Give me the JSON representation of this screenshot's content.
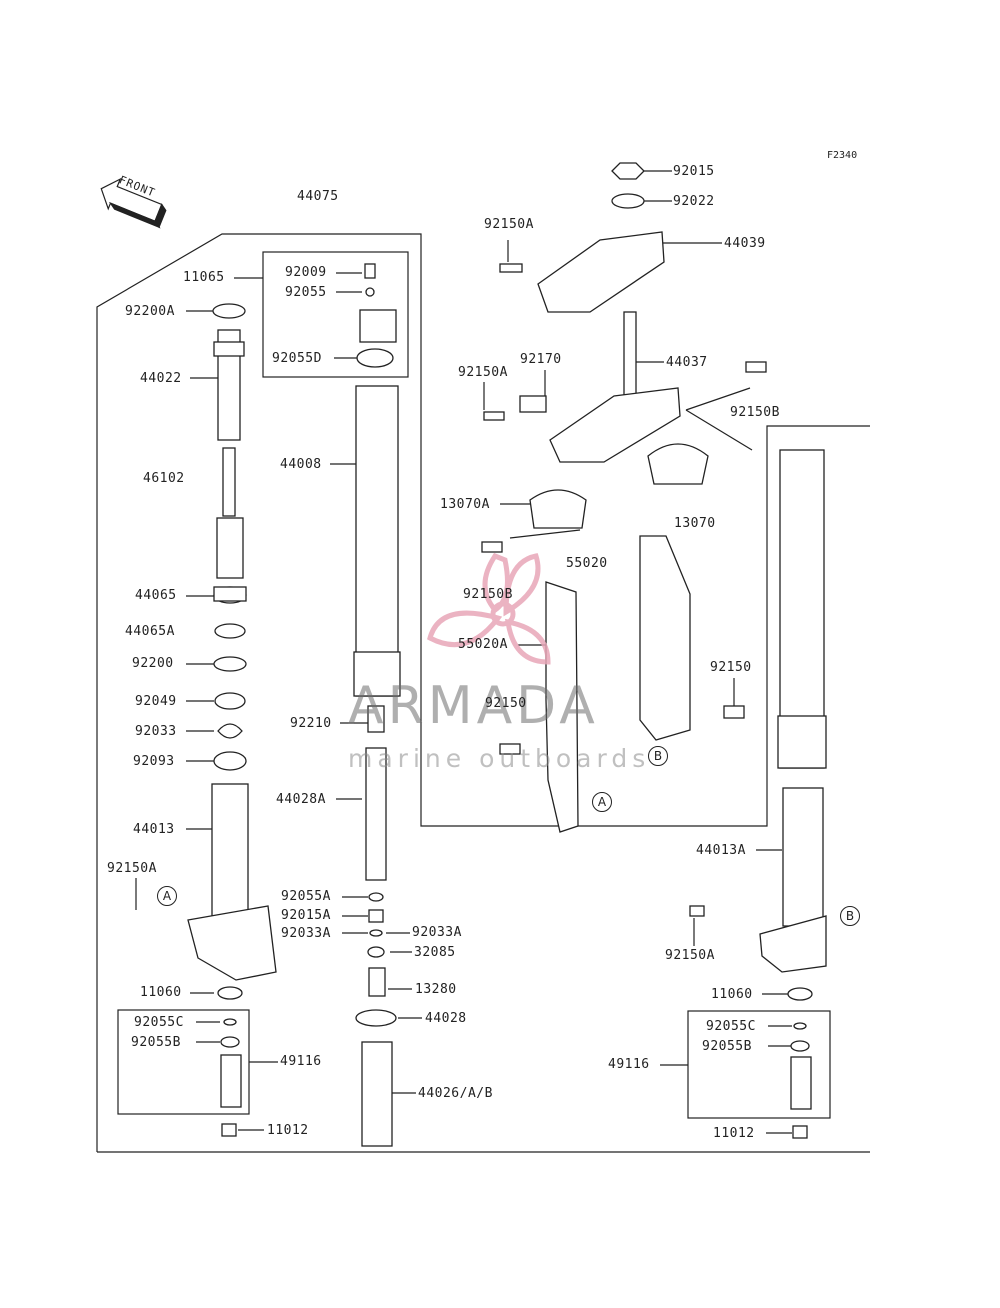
{
  "diagram_code": "F2340",
  "front_label": "FRONT",
  "watermark": {
    "title": "ARMADA",
    "subtitle": "marine outboards",
    "color": "#e8a6b8"
  },
  "assembly_label": "44075",
  "callouts": {
    "a": "A",
    "b": "B"
  },
  "left_column": {
    "l11065": "11065",
    "l92009": "92009",
    "l92055": "92055",
    "l92055d": "92055D",
    "l92200a": "92200A",
    "l44022": "44022",
    "l46102": "46102",
    "l44065": "44065",
    "l44065a": "44065A",
    "l92200": "92200",
    "l92049": "92049",
    "l92033": "92033",
    "l92093": "92093",
    "l44013": "44013",
    "l92150a": "92150A",
    "l11060": "11060",
    "l92055c": "92055C",
    "l92055b": "92055B",
    "l49116": "49116",
    "l11012": "11012"
  },
  "center_column": {
    "l44008": "44008",
    "l92210": "92210",
    "l44028a": "44028A",
    "l92055a": "92055A",
    "l92015a": "92015A",
    "l92033a_left": "92033A",
    "l92033a_right": "92033A",
    "l32085": "32085",
    "l13280": "13280",
    "l44028": "44028",
    "l44026": "44026/A/B"
  },
  "top_right": {
    "l92015": "92015",
    "l92022": "92022",
    "l92150a_top": "92150A",
    "l44039": "44039",
    "l92170": "92170",
    "l92150a_mid": "92150A",
    "l44037": "44037",
    "l92150b": "92150B",
    "l13070a": "13070A",
    "l13070": "13070",
    "l55020": "55020",
    "l92150b_guard": "92150B",
    "l55020a": "55020A",
    "l92150_right": "92150",
    "l92150_center": "92150"
  },
  "right_column": {
    "l44013a": "44013A",
    "l92150a": "92150A",
    "l11060": "11060",
    "l92055c": "92055C",
    "l92055b": "92055B",
    "l49116": "49116",
    "l11012": "11012"
  }
}
